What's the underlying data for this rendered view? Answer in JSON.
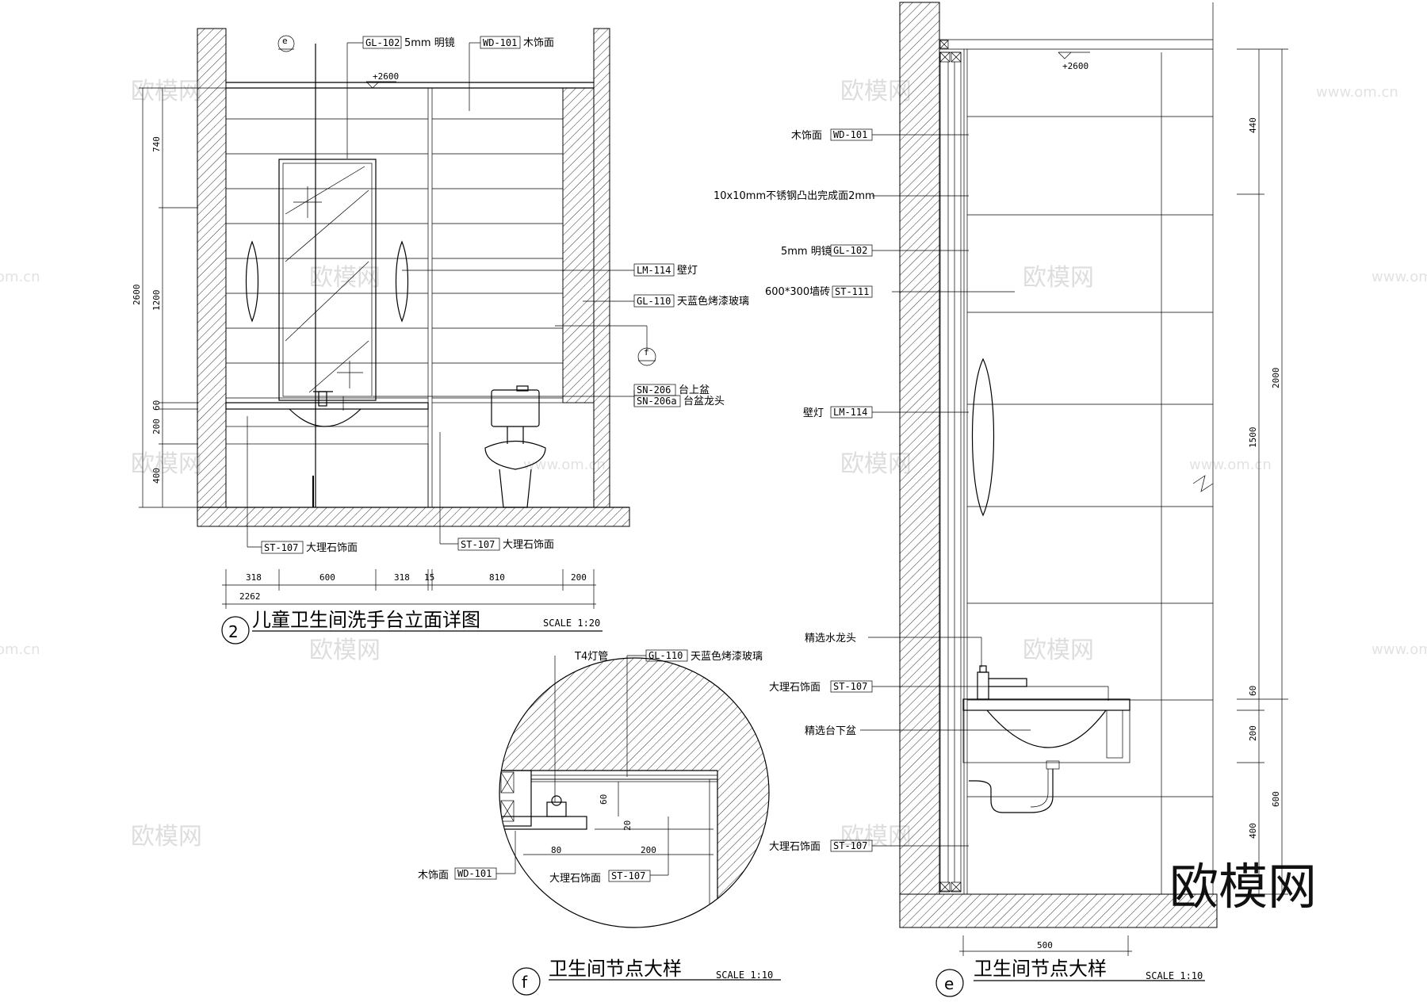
{
  "watermark": {
    "brand": "欧模网",
    "url": "www.om.cn",
    "url_short": "om.cn"
  },
  "drawing2": {
    "number": "2",
    "title": "儿童卫生间洗手台立面详图",
    "scale": "SCALE 1:20",
    "level": "+2600",
    "section_ref": "e",
    "section_ref2": "f",
    "left_dims": [
      "740",
      "1200",
      "60",
      "200",
      "400"
    ],
    "total_height": "2600",
    "bottom_dims": [
      "318",
      "600",
      "318",
      "15",
      "810",
      "200"
    ],
    "total_width": "2262",
    "callouts": [
      {
        "code": "GL-102",
        "text": "5mm 明镜"
      },
      {
        "code": "WD-101",
        "text": "木饰面"
      },
      {
        "code": "LM-114",
        "text": "壁灯"
      },
      {
        "code": "GL-110",
        "text": "天蓝色烤漆玻璃"
      },
      {
        "code": "SN-206",
        "text": "台上盆"
      },
      {
        "code": "SN-206a",
        "text": "台盆龙头"
      },
      {
        "code": "ST-107",
        "text": "大理石饰面"
      },
      {
        "code": "ST-107",
        "text": "大理石饰面"
      }
    ]
  },
  "drawingF": {
    "number": "f",
    "title": "卫生间节点大样",
    "scale": "SCALE 1:10",
    "labels": {
      "lamp": "T4灯管"
    },
    "callouts": [
      {
        "code": "GL-110",
        "text": "天蓝色烤漆玻璃"
      },
      {
        "code": "WD-101",
        "text": "木饰面"
      },
      {
        "code": "ST-107",
        "text": "大理石饰面"
      }
    ],
    "dims": [
      "60",
      "20",
      "80",
      "200"
    ]
  },
  "drawingE": {
    "number": "e",
    "title": "卫生间节点大样",
    "scale": "SCALE 1:10",
    "level": "+2600",
    "callouts": [
      {
        "text": "木饰面",
        "code": "WD-101"
      },
      {
        "text": "10x10mm不锈钢凸出完成面2mm",
        "code": ""
      },
      {
        "text": "5mm 明镜",
        "code": "GL-102"
      },
      {
        "text": "600*300墙砖",
        "code": "ST-111"
      },
      {
        "text": "壁灯",
        "code": "LM-114"
      },
      {
        "text": "精选水龙头",
        "code": ""
      },
      {
        "text": "大理石饰面",
        "code": "ST-107"
      },
      {
        "text": "精选台下盆",
        "code": ""
      },
      {
        "text": "大理石饰面",
        "code": "ST-107"
      }
    ],
    "right_dims": [
      "440",
      "1500",
      "60",
      "200",
      "400"
    ],
    "right_dims2": [
      "2000",
      "600"
    ],
    "bottom_dim": "500"
  }
}
